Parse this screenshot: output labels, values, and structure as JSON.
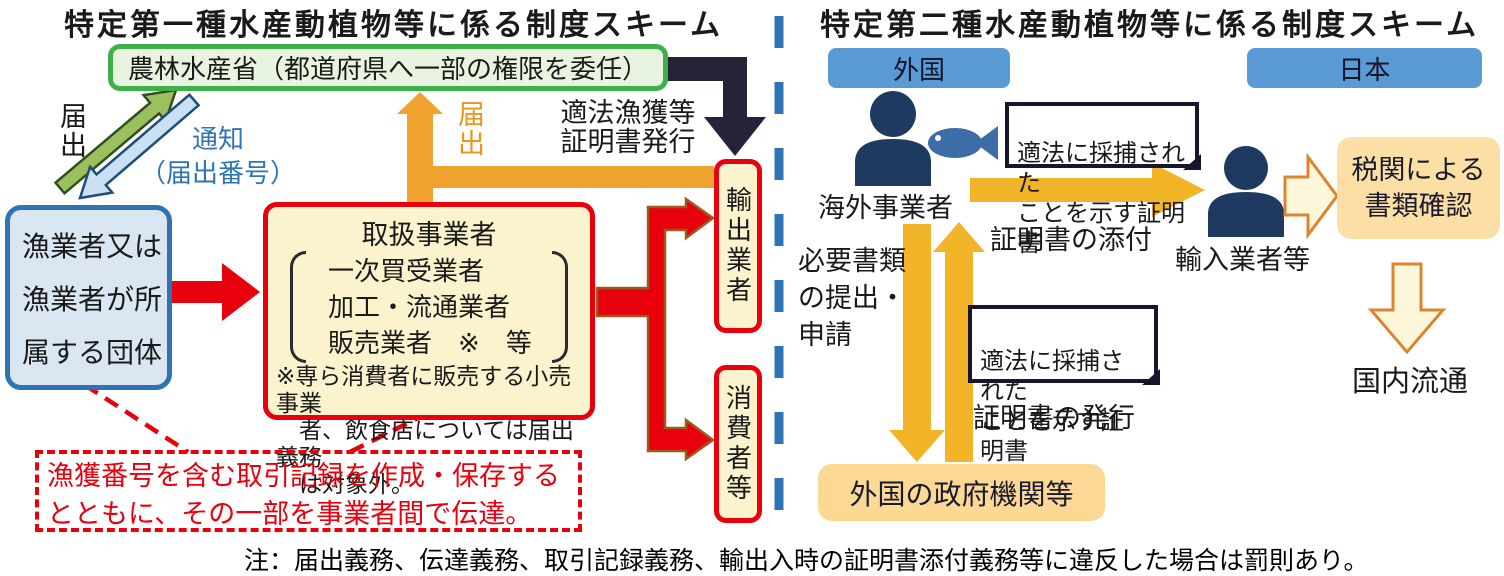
{
  "scheme1": {
    "title": "特定第一種水産動植物等に係る制度スキーム",
    "ministry": "農林水産省（都道府県へ一部の権限を委任）",
    "fisher": "漁業者又は漁業者が所属する団体",
    "handler": {
      "title": "取扱事業者",
      "members": "一次買受業者\n加工・流通業者\n販売業者　※　等",
      "note": "※専ら消費者に販売する小売事業\n　者、飲食店については届出義務\n　は対象外。"
    },
    "exporter": "輸出業者",
    "consumer": "消費者等",
    "label_notify_up": "届出",
    "label_notice": "通知\n（届出番号）",
    "label_notify_orange": "届出",
    "label_cert_issue": "適法漁獲等\n証明書発行",
    "record_note": "漁獲番号を含む取引記録を作成・保存する\nとともに、その一部を事業者間で伝達。"
  },
  "scheme2": {
    "title": "特定第二種水産動植物等に係る制度スキーム",
    "region_foreign": "外国",
    "region_japan": "日本",
    "overseas_operator": "海外事業者",
    "importer": "輸入業者等",
    "customs": "税関による\n書類確認",
    "domestic_distribution": "国内流通",
    "foreign_gov": "外国の政府機関等",
    "certificate_bubble": "適法に採捕された\nことを示す証明書",
    "label_attach": "証明書の添付",
    "label_submit": "必要書類\nの提出・\n申請",
    "label_issue": "証明書の発行"
  },
  "footnote": "注：届出義務、伝達義務、取引記録義務、輸出入時の証明書添付義務等に違反した場合は罰則あり。",
  "colors": {
    "red": "#e8000d",
    "green_border": "#3faf49",
    "blue_border": "#2e74b5",
    "accent_blue": "#5b9bd5",
    "orange_arrow": "#efa22e",
    "gold_arrow": "#f2b52a",
    "navy_icon": "#1e3a60",
    "black_arrow": "#262338",
    "pale_yellow_box": "#faf3cd",
    "pale_orange_box": "#fbdfa4"
  }
}
